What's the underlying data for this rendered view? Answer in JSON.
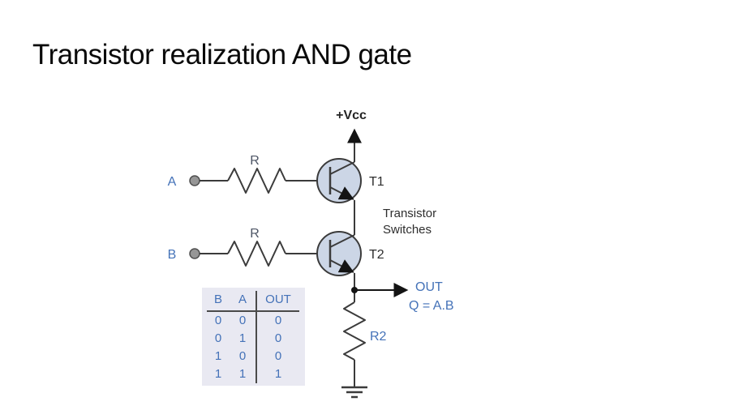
{
  "title": "Transistor realization AND gate",
  "colors": {
    "accent_blue": "#4472b8",
    "line_dark": "#3b3b3b",
    "transistor_fill": "#ccd6e6",
    "table_background": "#e9e9f2",
    "terminal_gray": "#969696"
  },
  "circuit": {
    "vcc_label": "+Vcc",
    "input_a_label": "A",
    "input_b_label": "B",
    "resistor_a_label": "R",
    "resistor_b_label": "R",
    "t1_label": "T1",
    "t2_label": "T2",
    "switches_note_line1": "Transistor",
    "switches_note_line2": "Switches",
    "out_label": "OUT",
    "out_equation": "Q = A.B",
    "r2_label": "R2"
  },
  "truth_table": {
    "headers": [
      "B",
      "A",
      "OUT"
    ],
    "rows": [
      [
        "0",
        "0",
        "0"
      ],
      [
        "0",
        "1",
        "0"
      ],
      [
        "1",
        "0",
        "0"
      ],
      [
        "1",
        "1",
        "1"
      ]
    ]
  }
}
